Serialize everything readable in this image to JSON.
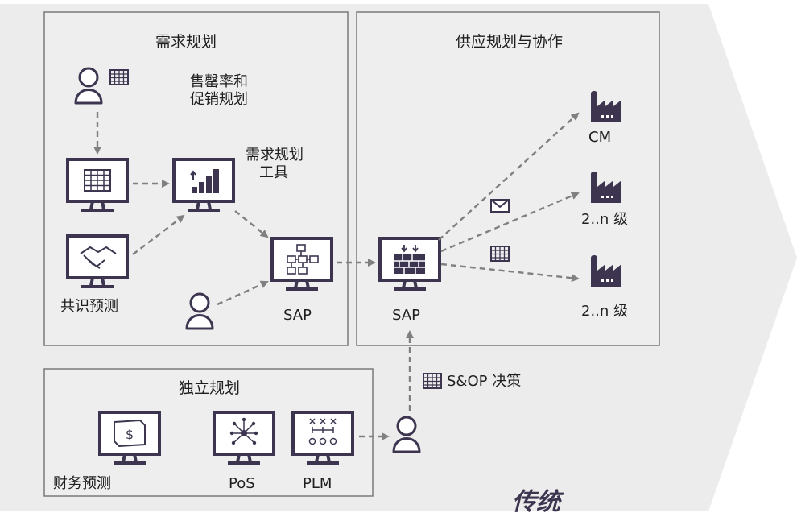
{
  "colors": {
    "background_arrow": "#ececec",
    "panel_fill": "#eeeeee",
    "panel_border": "#7a7a7a",
    "icon_dark": "#3d3550",
    "arrow": "#808080"
  },
  "demand_panel": {
    "title": "需求规划",
    "sellthrough_label": [
      "售罄率和",
      "促销规划"
    ],
    "tool_label": [
      "需求规划",
      "工具"
    ],
    "consensus_label": "共识预测",
    "sap_label": "SAP"
  },
  "supply_panel": {
    "title": "供应规划与协作",
    "sap_label": "SAP",
    "factories": [
      {
        "label": "CM"
      },
      {
        "label": "2..n 级"
      },
      {
        "label": "2..n 级"
      }
    ]
  },
  "independent_panel": {
    "title": "独立规划",
    "items": [
      {
        "label": "财务预测"
      },
      {
        "label": "PoS"
      },
      {
        "label": "PLM"
      }
    ]
  },
  "sop_label": "S&OP 决策",
  "footer_label": "传统",
  "icons": [
    "user-icon",
    "spreadsheet-icon",
    "monitor-icon",
    "bar-chart-icon",
    "handshake-icon",
    "flowchart-icon",
    "factory-icon",
    "envelope-icon",
    "dollar-bill-icon",
    "network-icon",
    "plm-icon"
  ]
}
